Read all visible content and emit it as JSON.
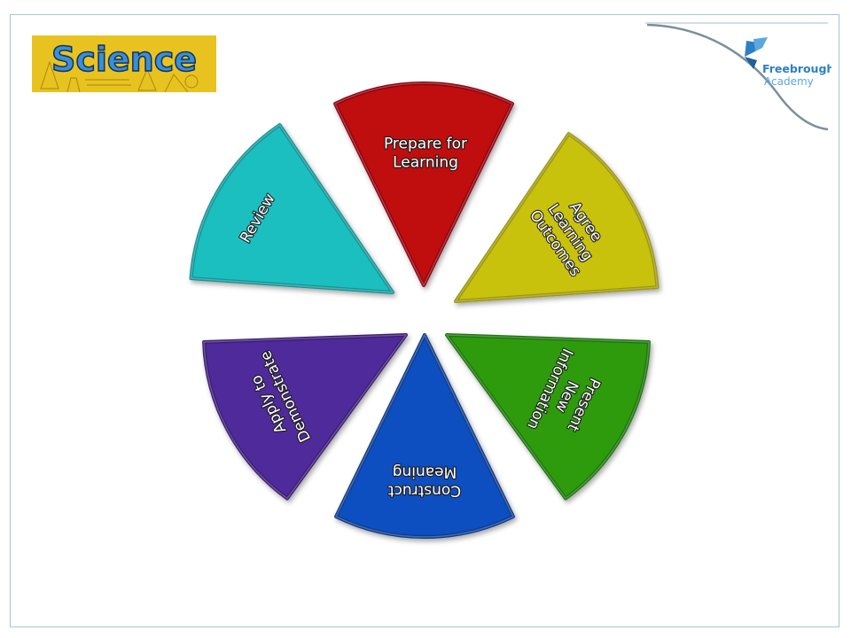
{
  "slide": {
    "logo_left": {
      "text": "Science",
      "background": "#e8c320",
      "text_color": "#3a8fd6"
    },
    "logo_right": {
      "line1": "Freebrough",
      "line2": "Academy",
      "color": "#2d7fc4"
    }
  },
  "cycle": {
    "segments": [
      {
        "id": "prepare",
        "lines": [
          "Prepare for",
          "Learning"
        ],
        "color": "#c0090b",
        "edge": "#8e0508"
      },
      {
        "id": "agree",
        "lines": [
          "Agree",
          "Learning",
          "Outcomes"
        ],
        "color": "#c9c20a",
        "edge": "#9d970a"
      },
      {
        "id": "present",
        "lines": [
          "Present",
          "New",
          "Information"
        ],
        "color": "#2e9b0c",
        "edge": "#1f7408"
      },
      {
        "id": "construct",
        "lines": [
          "Construct",
          "Meaning"
        ],
        "color": "#0f4fc0",
        "edge": "#0c3a8d"
      },
      {
        "id": "apply",
        "lines": [
          "Apply to",
          "Demonstrate"
        ],
        "color": "#4f2a9a",
        "edge": "#3a1e74"
      },
      {
        "id": "review",
        "lines": [
          "Review"
        ],
        "color": "#1bbfc0",
        "edge": "#139496"
      }
    ]
  }
}
